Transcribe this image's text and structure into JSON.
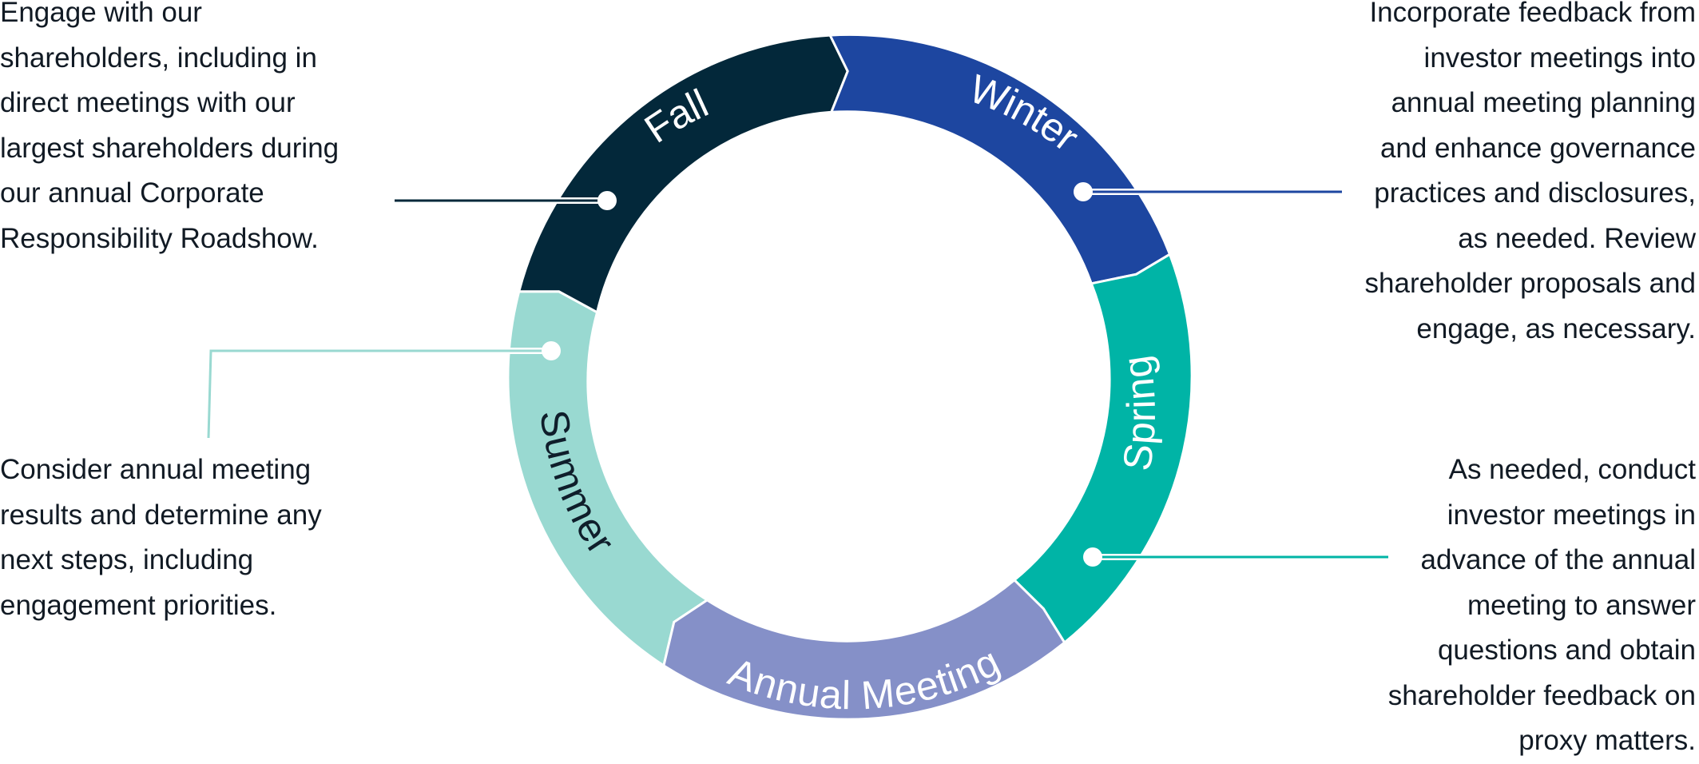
{
  "seasons": {
    "fall": {
      "label": "Fall",
      "color": "#03283a",
      "text_color": "#ffffff"
    },
    "winter": {
      "label": "Winter",
      "color": "#1d46a0",
      "text_color": "#ffffff"
    },
    "spring": {
      "label": "Spring",
      "color": "#00b4a6",
      "text_color": "#ffffff"
    },
    "annual_meeting": {
      "label": "Annual Meeting",
      "color": "#8590c8",
      "text_color": "#ffffff"
    },
    "summer": {
      "label": "Summer",
      "color": "#99d9d1",
      "text_color": "#0f1e2b"
    }
  },
  "descriptions": {
    "fall": [
      "Engage with our",
      "shareholders, including in",
      "direct meetings with our",
      "largest shareholders during",
      "our annual Corporate",
      "Responsibility Roadshow."
    ],
    "winter": [
      "Incorporate feedback from",
      "investor meetings into",
      "annual meeting planning",
      "and enhance governance",
      "practices and disclosures,",
      "as needed. Review",
      "shareholder proposals and",
      "engage, as necessary."
    ],
    "spring": [
      "As needed, conduct",
      "investor meetings in",
      "advance of the annual",
      "meeting to answer",
      "questions and obtain",
      "shareholder feedback on",
      "proxy matters."
    ],
    "summer": [
      "Consider annual meeting",
      "results and determine any",
      "next steps, including",
      "engagement priorities."
    ]
  }
}
